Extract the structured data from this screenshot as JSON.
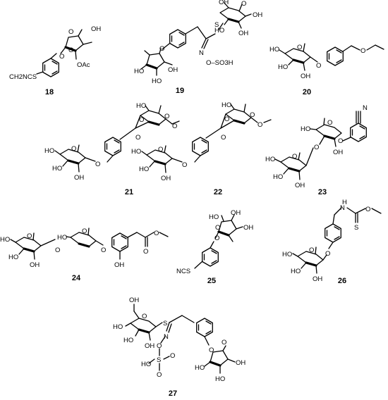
{
  "compounds": [
    {
      "id": "18",
      "label": "18"
    },
    {
      "id": "19",
      "label": "19"
    },
    {
      "id": "20",
      "label": "20"
    },
    {
      "id": "21",
      "label": "21"
    },
    {
      "id": "22",
      "label": "22"
    },
    {
      "id": "23",
      "label": "23"
    },
    {
      "id": "24",
      "label": "24"
    },
    {
      "id": "25",
      "label": "25"
    },
    {
      "id": "26",
      "label": "26"
    },
    {
      "id": "27",
      "label": "27"
    }
  ],
  "atoms": {
    "oh": "OH",
    "ho": "HO",
    "o": "O",
    "oac": "OAc",
    "ch2ncs": "CH2NCS",
    "ncs": "NCS",
    "s": "S",
    "n": "N",
    "nh": "H",
    "so3h": "O–SO3H",
    "oso3": "O",
    "sulfonyl": "S",
    "nitrile": "N"
  }
}
